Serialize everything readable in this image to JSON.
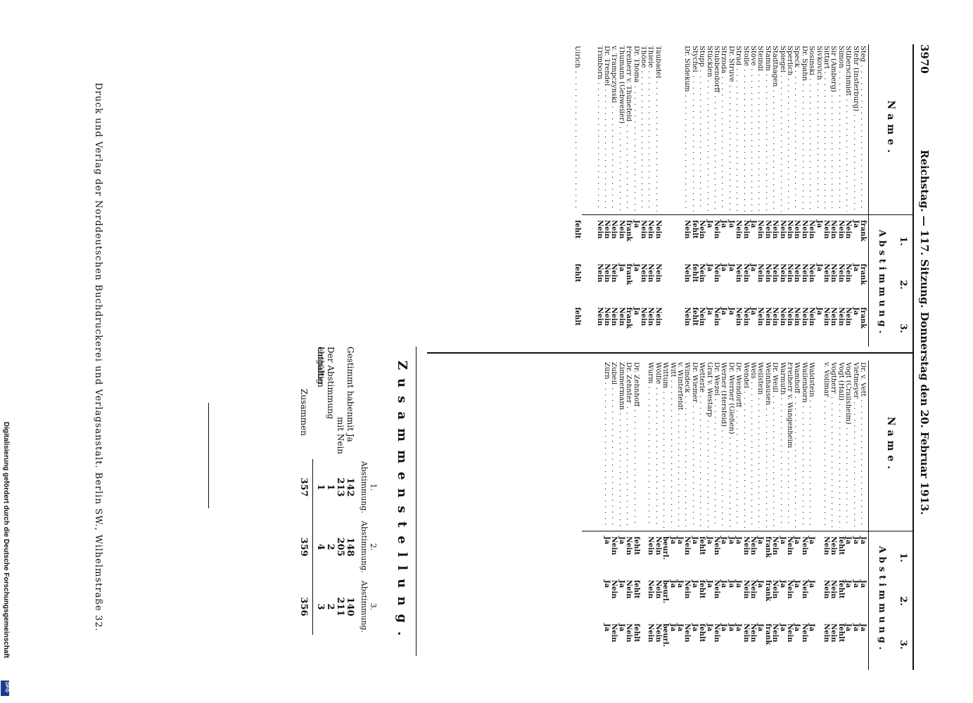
{
  "header": {
    "page_number": "3970",
    "title": "Reichstag. — 117. Sitzung. Donnerstag den 20. Februar 1913."
  },
  "table": {
    "name_header": "Name.",
    "vote_numbers": [
      "1.",
      "2.",
      "3."
    ],
    "vote_group_header": "Abstimmung."
  },
  "left_rows": [
    {
      "name": "Steg",
      "v": [
        "frank",
        "frank",
        "frank"
      ]
    },
    {
      "name": "Stehr (Insterburg)",
      "v": [
        "Ja",
        "Ja",
        "Ja"
      ]
    },
    {
      "name": "Stiberschmidt",
      "v": [
        "Nein",
        "Nein",
        "Nein"
      ]
    },
    {
      "name": "Simon",
      "v": [
        "Nein",
        "Nein",
        "Nein"
      ]
    },
    {
      "name": "Sir (Amberg)",
      "v": [
        "Nein",
        "Nein",
        "Nein"
      ]
    },
    {
      "name": "Sittart",
      "v": [
        "Nein",
        "Nein",
        "Nein"
      ]
    },
    {
      "name": "Sivkovich",
      "v": [
        "Ja",
        "Ja",
        "Ja"
      ]
    },
    {
      "name": "Sosinski",
      "v": [
        "Nein",
        "Nein",
        "Nein"
      ]
    },
    {
      "name": "Dr. Spahn",
      "v": [
        "Nein",
        "Nein",
        "Nein"
      ]
    },
    {
      "name": "Speck",
      "v": [
        "Nein",
        "Nein",
        "Nein"
      ]
    },
    {
      "name": "Sperlich",
      "v": [
        "Nein",
        "Nein",
        "Nein"
      ]
    },
    {
      "name": "Spiegel",
      "v": [
        "Nein",
        "Nein",
        "Nein"
      ]
    },
    {
      "name": "Stadthagen",
      "v": [
        "Nein",
        "Nein",
        "Nein"
      ]
    },
    {
      "name": "Stamm",
      "v": [
        "Nein",
        "Nein",
        "Nein"
      ]
    },
    {
      "name": "Steindl",
      "v": [
        "Nein",
        "Nein",
        "Nein"
      ]
    },
    {
      "name": "Stöve",
      "v": [
        "Ja",
        "Ja",
        "Ja"
      ]
    },
    {
      "name": "Stolle",
      "v": [
        "Nein",
        "Nein",
        "Nein"
      ]
    },
    {
      "name": "Strad",
      "v": [
        "Nein",
        "Nein",
        "Nein"
      ]
    },
    {
      "name": "Dr. Struve",
      "v": [
        "Ja",
        "Ja",
        "Ja"
      ]
    },
    {
      "name": "Strzoda",
      "v": [
        "Ja",
        "Ja",
        "Ja"
      ]
    },
    {
      "name": "Stubbendorff",
      "v": [
        "Nein",
        "Nein",
        "Nein"
      ]
    },
    {
      "name": "Stücklen",
      "v": [
        "Ja",
        "Ja",
        "Ja"
      ]
    },
    {
      "name": "Stupp",
      "v": [
        "Nein",
        "Nein",
        "Nein"
      ]
    },
    {
      "name": "Stychel",
      "v": [
        "fehlt",
        "fehlt",
        "fehlt"
      ]
    },
    {
      "name": "Dr. Südekum",
      "v": [
        "Nein",
        "Nein",
        "Nein"
      ]
    },
    {
      "name": "",
      "v": [
        "",
        "",
        ""
      ]
    },
    {
      "name": "",
      "v": [
        "",
        "",
        ""
      ]
    },
    {
      "name": "",
      "v": [
        "",
        "",
        ""
      ]
    },
    {
      "name": "Taubadel",
      "v": [
        "Nein",
        "Nein",
        "Nein"
      ]
    },
    {
      "name": "Thiele",
      "v": [
        "Nein",
        "Nein",
        "Nein"
      ]
    },
    {
      "name": "Thöne",
      "v": [
        "Nein",
        "Nein",
        "Nein"
      ]
    },
    {
      "name": "Dr. Thoma",
      "v": [
        "Ja",
        "Ja",
        "Ja"
      ]
    },
    {
      "name": "Freiherr v. Thünefeld",
      "v": [
        "frank",
        "frank",
        "frank"
      ]
    },
    {
      "name": "Thumann (Gebweiler)",
      "v": [
        "Nein",
        "Ja",
        "Nein"
      ]
    },
    {
      "name": "v. Trampczynski",
      "v": [
        "Nein",
        "Nein",
        "Nein"
      ]
    },
    {
      "name": "Dr. Trendel",
      "v": [
        "Nein",
        "Nein",
        "Nein"
      ]
    },
    {
      "name": "Trimborn",
      "v": [
        "Nein",
        "Nein",
        "Nein"
      ]
    },
    {
      "name": "",
      "v": [
        "",
        "",
        ""
      ]
    },
    {
      "name": "",
      "v": [
        "",
        "",
        ""
      ]
    },
    {
      "name": "Ulrich",
      "v": [
        "fehlt",
        "fehlt",
        "fehlt"
      ]
    }
  ],
  "right_rows": [
    {
      "name": "Dr. v. Vett",
      "v": [
        "Ja",
        "Ja",
        "Ja"
      ]
    },
    {
      "name": "Vietmeyer",
      "v": [
        "Ja",
        "Ja",
        "Ja"
      ]
    },
    {
      "name": "Vogt (Crailsheim)",
      "v": [
        "Ja",
        "Ja",
        "Ja"
      ]
    },
    {
      "name": "Vogt (Hall)",
      "v": [
        "fehlt",
        "fehlt",
        "fehlt"
      ]
    },
    {
      "name": "Vogtherr",
      "v": [
        "Nein",
        "Nein",
        "Nein"
      ]
    },
    {
      "name": "v. Vollmar",
      "v": [
        "Nein",
        "Nein",
        "Nein"
      ]
    },
    {
      "name": "",
      "v": [
        "",
        "",
        ""
      ]
    },
    {
      "name": "Waldstein",
      "v": [
        "Ja",
        "Ja",
        "Ja"
      ]
    },
    {
      "name": "Wallenborn",
      "v": [
        "Nein",
        "Nein",
        "Nein"
      ]
    },
    {
      "name": "Wamhoff",
      "v": [
        "Ja",
        "Ja",
        "Ja"
      ]
    },
    {
      "name": "Freiherr v. Wangenheim",
      "v": [
        "Nein",
        "Nein",
        "Nein"
      ]
    },
    {
      "name": "Warmuth",
      "v": [
        "Ja",
        "Ja",
        "Ja"
      ]
    },
    {
      "name": "Dr. Weill",
      "v": [
        "Nein",
        "Nein",
        "Nein"
      ]
    },
    {
      "name": "Weinhausen",
      "v": [
        "frank",
        "frank",
        "frank"
      ]
    },
    {
      "name": "Wellstein",
      "v": [
        "Ja",
        "Ja",
        "Ja"
      ]
    },
    {
      "name": "Wels",
      "v": [
        "Nein",
        "Nein",
        "Nein"
      ]
    },
    {
      "name": "Wendel",
      "v": [
        "Nein",
        "Nein",
        "Nein"
      ]
    },
    {
      "name": "Dr. Wendorff",
      "v": [
        "Ja",
        "Ja",
        "Ja"
      ]
    },
    {
      "name": "Dr. Werner (Gießen)",
      "v": [
        "Ja",
        "Ja",
        "Ja"
      ]
    },
    {
      "name": "Werner (Hersfeld)",
      "v": [
        "Ja",
        "Ja",
        "Ja"
      ]
    },
    {
      "name": "Dr. Wezel",
      "v": [
        "Nein",
        "Nein",
        "Nein"
      ]
    },
    {
      "name": "Graf v. Westarp",
      "v": [
        "Ja",
        "Ja",
        "Ja"
      ]
    },
    {
      "name": "Wetterlé",
      "v": [
        "fehlt",
        "fehlt",
        "fehlt"
      ]
    },
    {
      "name": "Dr. Wiemer",
      "v": [
        "Ja",
        "Ja",
        "Ja"
      ]
    },
    {
      "name": "Windeck",
      "v": [
        "Nein",
        "Nein",
        "Nein"
      ]
    },
    {
      "name": "v. Winterfeldt",
      "v": [
        "Ja",
        "Ja",
        "Ja"
      ]
    },
    {
      "name": "Witt",
      "v": [
        "Ja",
        "Ja",
        "Ja"
      ]
    },
    {
      "name": "Wittum",
      "v": [
        "beurl.",
        "beurl.",
        "beurl."
      ]
    },
    {
      "name": "Wölfle",
      "v": [
        "Nein",
        "Nein",
        "Nein"
      ]
    },
    {
      "name": "Wurm",
      "v": [
        "Nein",
        "Nein",
        "Nein"
      ]
    },
    {
      "name": "",
      "v": [
        "",
        "",
        ""
      ]
    },
    {
      "name": "Dr. Zehnhoff",
      "v": [
        "fehlt",
        "fehlt",
        "fehlt"
      ]
    },
    {
      "name": "Dr. Zehnter",
      "v": [
        "Nein",
        "Nein",
        "Nein"
      ]
    },
    {
      "name": "Zimmermann",
      "v": [
        "Ja",
        "Ja",
        "Ja"
      ]
    },
    {
      "name": "Zubeil",
      "v": [
        "Nein",
        "Nein",
        "Nein"
      ]
    },
    {
      "name": "Zürn",
      "v": [
        "Ja",
        "Ja",
        "Ja"
      ]
    }
  ],
  "summary": {
    "title": "Zusammenstellung.",
    "col_headers": [
      "1. Abstimmung.",
      "2. Abstimmung.",
      "3. Abstimmung."
    ],
    "lead": "Gestimmt haben:",
    "rows": [
      {
        "label": "mit Ja",
        "v": [
          "142",
          "148",
          "140"
        ]
      },
      {
        "label": "mit Nein",
        "v": [
          "213",
          "205",
          "211"
        ]
      },
      {
        "label": "Der Abstimmung enthalten",
        "v": [
          "1",
          "2",
          "2"
        ]
      },
      {
        "label": "Ungültig",
        "v": [
          "1",
          "4",
          "3"
        ]
      }
    ],
    "total_label": "Zusammen",
    "totals": [
      "357",
      "359",
      "356"
    ]
  },
  "footer": "Druck und Verlag der Norddeutschen Buchdruckerei und Verlagsanstalt. Berlin SW., Wilhelmstraße 32.",
  "digitization": {
    "note": "Digitalisierung gefördert durch die Deutsche Forschungsgemeinschaft",
    "logo_text": "DFG",
    "logo_color": "#1a3d8f"
  }
}
